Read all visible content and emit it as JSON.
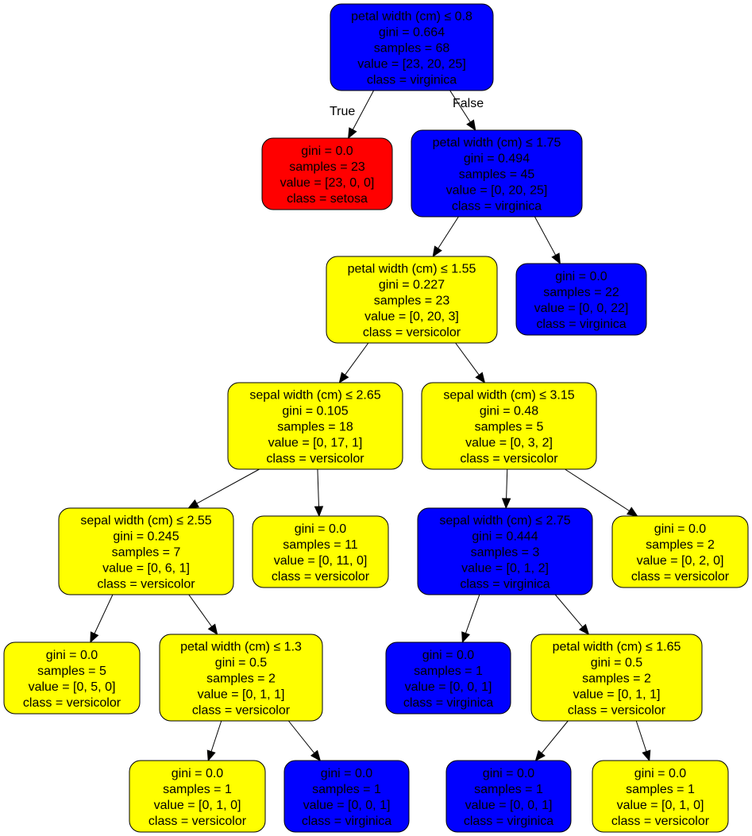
{
  "colors": {
    "setosa": "#ff0000",
    "versicolor": "#ffff00",
    "virginica": "#0000ff"
  },
  "edge_labels": {
    "true_label": "True",
    "false_label": "False"
  },
  "nodes": [
    {
      "id": "n0",
      "color": "virginica",
      "lines": [
        "petal width (cm) ≤ 0.8",
        "gini = 0.664",
        "samples = 68",
        "value = [23, 20, 25]",
        "class = virginica"
      ]
    },
    {
      "id": "n1",
      "color": "setosa",
      "lines": [
        "gini = 0.0",
        "samples = 23",
        "value = [23, 0, 0]",
        "class = setosa"
      ]
    },
    {
      "id": "n2",
      "color": "virginica",
      "lines": [
        "petal width (cm) ≤ 1.75",
        "gini = 0.494",
        "samples = 45",
        "value = [0, 20, 25]",
        "class = virginica"
      ]
    },
    {
      "id": "n3",
      "color": "versicolor",
      "lines": [
        "petal width (cm) ≤ 1.55",
        "gini = 0.227",
        "samples = 23",
        "value = [0, 20, 3]",
        "class = versicolor"
      ]
    },
    {
      "id": "n4",
      "color": "virginica",
      "lines": [
        "gini = 0.0",
        "samples = 22",
        "value = [0, 0, 22]",
        "class = virginica"
      ]
    },
    {
      "id": "n5",
      "color": "versicolor",
      "lines": [
        "sepal width (cm) ≤ 2.65",
        "gini = 0.105",
        "samples = 18",
        "value = [0, 17, 1]",
        "class = versicolor"
      ]
    },
    {
      "id": "n6",
      "color": "versicolor",
      "lines": [
        "sepal width (cm) ≤ 3.15",
        "gini = 0.48",
        "samples = 5",
        "value = [0, 3, 2]",
        "class = versicolor"
      ]
    },
    {
      "id": "n7",
      "color": "versicolor",
      "lines": [
        "sepal width (cm) ≤ 2.55",
        "gini = 0.245",
        "samples = 7",
        "value = [0, 6, 1]",
        "class = versicolor"
      ]
    },
    {
      "id": "n8",
      "color": "versicolor",
      "lines": [
        "gini = 0.0",
        "samples = 11",
        "value = [0, 11, 0]",
        "class = versicolor"
      ]
    },
    {
      "id": "n9",
      "color": "virginica",
      "lines": [
        "sepal width (cm) ≤ 2.75",
        "gini = 0.444",
        "samples = 3",
        "value = [0, 1, 2]",
        "class = virginica"
      ]
    },
    {
      "id": "n10",
      "color": "versicolor",
      "lines": [
        "gini = 0.0",
        "samples = 2",
        "value = [0, 2, 0]",
        "class = versicolor"
      ]
    },
    {
      "id": "n11",
      "color": "versicolor",
      "lines": [
        "gini = 0.0",
        "samples = 5",
        "value = [0, 5, 0]",
        "class = versicolor"
      ]
    },
    {
      "id": "n12",
      "color": "versicolor",
      "lines": [
        "petal width (cm) ≤ 1.3",
        "gini = 0.5",
        "samples = 2",
        "value = [0, 1, 1]",
        "class = versicolor"
      ]
    },
    {
      "id": "n13",
      "color": "virginica",
      "lines": [
        "gini = 0.0",
        "samples = 1",
        "value = [0, 0, 1]",
        "class = virginica"
      ]
    },
    {
      "id": "n14",
      "color": "versicolor",
      "lines": [
        "petal width (cm) ≤ 1.65",
        "gini = 0.5",
        "samples = 2",
        "value = [0, 1, 1]",
        "class = versicolor"
      ]
    },
    {
      "id": "n15",
      "color": "versicolor",
      "lines": [
        "gini = 0.0",
        "samples = 1",
        "value = [0, 1, 0]",
        "class = versicolor"
      ]
    },
    {
      "id": "n16",
      "color": "virginica",
      "lines": [
        "gini = 0.0",
        "samples = 1",
        "value = [0, 0, 1]",
        "class = virginica"
      ]
    },
    {
      "id": "n17",
      "color": "virginica",
      "lines": [
        "gini = 0.0",
        "samples = 1",
        "value = [0, 0, 1]",
        "class = virginica"
      ]
    },
    {
      "id": "n18",
      "color": "versicolor",
      "lines": [
        "gini = 0.0",
        "samples = 1",
        "value = [0, 1, 0]",
        "class = versicolor"
      ]
    }
  ],
  "edges": [
    {
      "from": "n0",
      "to": "n1",
      "label": "true_label"
    },
    {
      "from": "n0",
      "to": "n2",
      "label": "false_label"
    },
    {
      "from": "n2",
      "to": "n3"
    },
    {
      "from": "n2",
      "to": "n4"
    },
    {
      "from": "n3",
      "to": "n5"
    },
    {
      "from": "n3",
      "to": "n6"
    },
    {
      "from": "n5",
      "to": "n7"
    },
    {
      "from": "n5",
      "to": "n8"
    },
    {
      "from": "n6",
      "to": "n9"
    },
    {
      "from": "n6",
      "to": "n10"
    },
    {
      "from": "n7",
      "to": "n11"
    },
    {
      "from": "n7",
      "to": "n12"
    },
    {
      "from": "n9",
      "to": "n13"
    },
    {
      "from": "n9",
      "to": "n14"
    },
    {
      "from": "n12",
      "to": "n15"
    },
    {
      "from": "n12",
      "to": "n16"
    },
    {
      "from": "n14",
      "to": "n17"
    },
    {
      "from": "n14",
      "to": "n18"
    }
  ]
}
